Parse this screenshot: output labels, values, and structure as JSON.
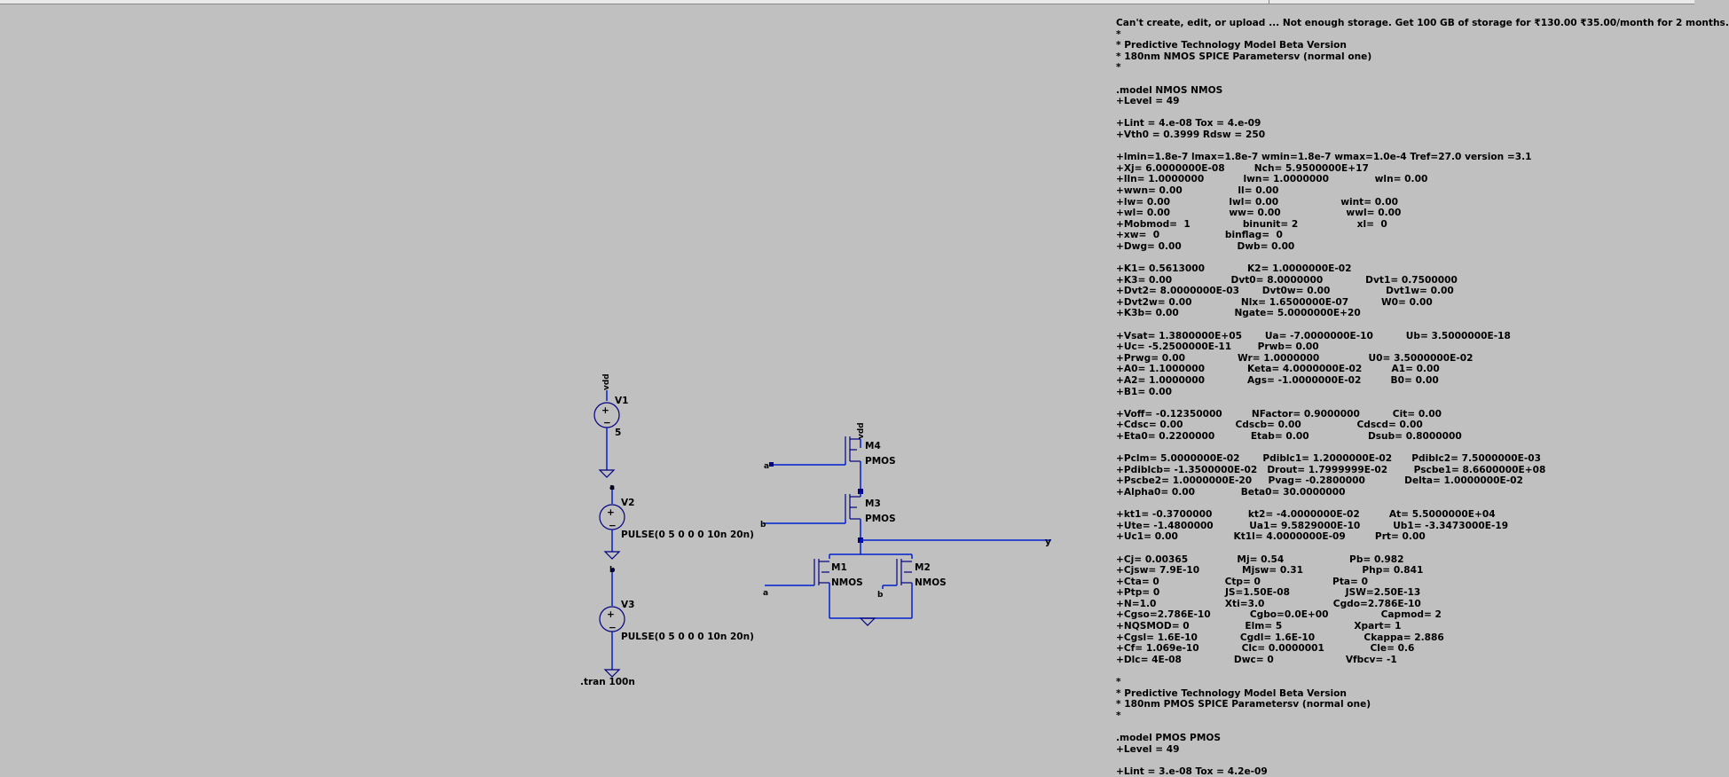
{
  "schematic": {
    "sources": [
      {
        "name": "V1",
        "value": "5"
      },
      {
        "name": "V2",
        "value": "PULSE(0 5 0 0 0 10n 20n)"
      },
      {
        "name": "V3",
        "value": "PULSE(0 5 0 0 0 10n 20n)"
      }
    ],
    "transistors": [
      {
        "name": "M4",
        "model": "PMOS"
      },
      {
        "name": "M3",
        "model": "PMOS"
      },
      {
        "name": "M1",
        "model": "NMOS"
      },
      {
        "name": "M2",
        "model": "NMOS"
      }
    ],
    "nets": {
      "vdd_v1": "vdd",
      "vdd_m4": "vdd",
      "a_v2": "a",
      "b_v3": "b",
      "a_m4": "a",
      "b_m3": "b",
      "a_m1": "a",
      "b_m2": "b",
      "out": "y"
    },
    "directive": ".tran 100n"
  },
  "spice_text": "Can't create, edit, or upload ... Not enough storage. Get 100 GB of storage for ₹130.00 ₹35.00/month for 2 months.\n*\n* Predictive Technology Model Beta Version\n* 180nm NMOS SPICE Parametersv (normal one)\n*\n\n.model NMOS NMOS\n+Level = 49\n\n+Lint = 4.e-08 Tox = 4.e-09\n+Vth0 = 0.3999 Rdsw = 250\n\n+lmin=1.8e-7 lmax=1.8e-7 wmin=1.8e-7 wmax=1.0e-4 Tref=27.0 version =3.1\n+Xj= 6.0000000E-08         Nch= 5.9500000E+17\n+lln= 1.0000000            lwn= 1.0000000              wln= 0.00\n+wwn= 0.00                 ll= 0.00\n+lw= 0.00                  lwl= 0.00                   wint= 0.00\n+wl= 0.00                  ww= 0.00                    wwl= 0.00\n+Mobmod=  1                binunit= 2                  xl=  0\n+xw=  0                    binflag=  0\n+Dwg= 0.00                 Dwb= 0.00\n\n+K1= 0.5613000             K2= 1.0000000E-02\n+K3= 0.00                  Dvt0= 8.0000000             Dvt1= 0.7500000\n+Dvt2= 8.0000000E-03       Dvt0w= 0.00                 Dvt1w= 0.00\n+Dvt2w= 0.00               Nlx= 1.6500000E-07          W0= 0.00\n+K3b= 0.00                 Ngate= 5.0000000E+20\n\n+Vsat= 1.3800000E+05       Ua= -7.0000000E-10          Ub= 3.5000000E-18\n+Uc= -5.2500000E-11        Prwb= 0.00\n+Prwg= 0.00                Wr= 1.0000000               U0= 3.5000000E-02\n+A0= 1.1000000             Keta= 4.0000000E-02         A1= 0.00\n+A2= 1.0000000             Ags= -1.0000000E-02         B0= 0.00\n+B1= 0.00\n\n+Voff= -0.12350000         NFactor= 0.9000000          Cit= 0.00\n+Cdsc= 0.00                Cdscb= 0.00                 Cdscd= 0.00\n+Eta0= 0.2200000           Etab= 0.00                  Dsub= 0.8000000\n\n+Pclm= 5.0000000E-02       Pdiblc1= 1.2000000E-02      Pdiblc2= 7.5000000E-03\n+Pdiblcb= -1.3500000E-02   Drout= 1.7999999E-02        Pscbe1= 8.6600000E+08\n+Pscbe2= 1.0000000E-20     Pvag= -0.2800000            Delta= 1.0000000E-02\n+Alpha0= 0.00              Beta0= 30.0000000\n\n+kt1= -0.3700000           kt2= -4.0000000E-02         At= 5.5000000E+04\n+Ute= -1.4800000           Ua1= 9.5829000E-10          Ub1= -3.3473000E-19\n+Uc1= 0.00                 Kt1l= 4.0000000E-09         Prt= 0.00\n\n+Cj= 0.00365               Mj= 0.54                    Pb= 0.982\n+Cjsw= 7.9E-10             Mjsw= 0.31                  Php= 0.841\n+Cta= 0                    Ctp= 0                      Pta= 0\n+Ptp= 0                    JS=1.50E-08                 JSW=2.50E-13\n+N=1.0                     Xti=3.0                     Cgdo=2.786E-10\n+Cgso=2.786E-10            Cgbo=0.0E+00                Capmod= 2\n+NQSMOD= 0                 Elm= 5                      Xpart= 1\n+Cgsl= 1.6E-10             Cgdl= 1.6E-10               Ckappa= 2.886\n+Cf= 1.069e-10             Clc= 0.0000001              Cle= 0.6\n+Dlc= 4E-08                Dwc= 0                      Vfbcv= -1\n\n*\n* Predictive Technology Model Beta Version\n* 180nm PMOS SPICE Parametersv (normal one)\n*\n\n.model PMOS PMOS\n+Level = 49\n\n+Lint = 3.e-08 Tox = 4.2e-09"
}
